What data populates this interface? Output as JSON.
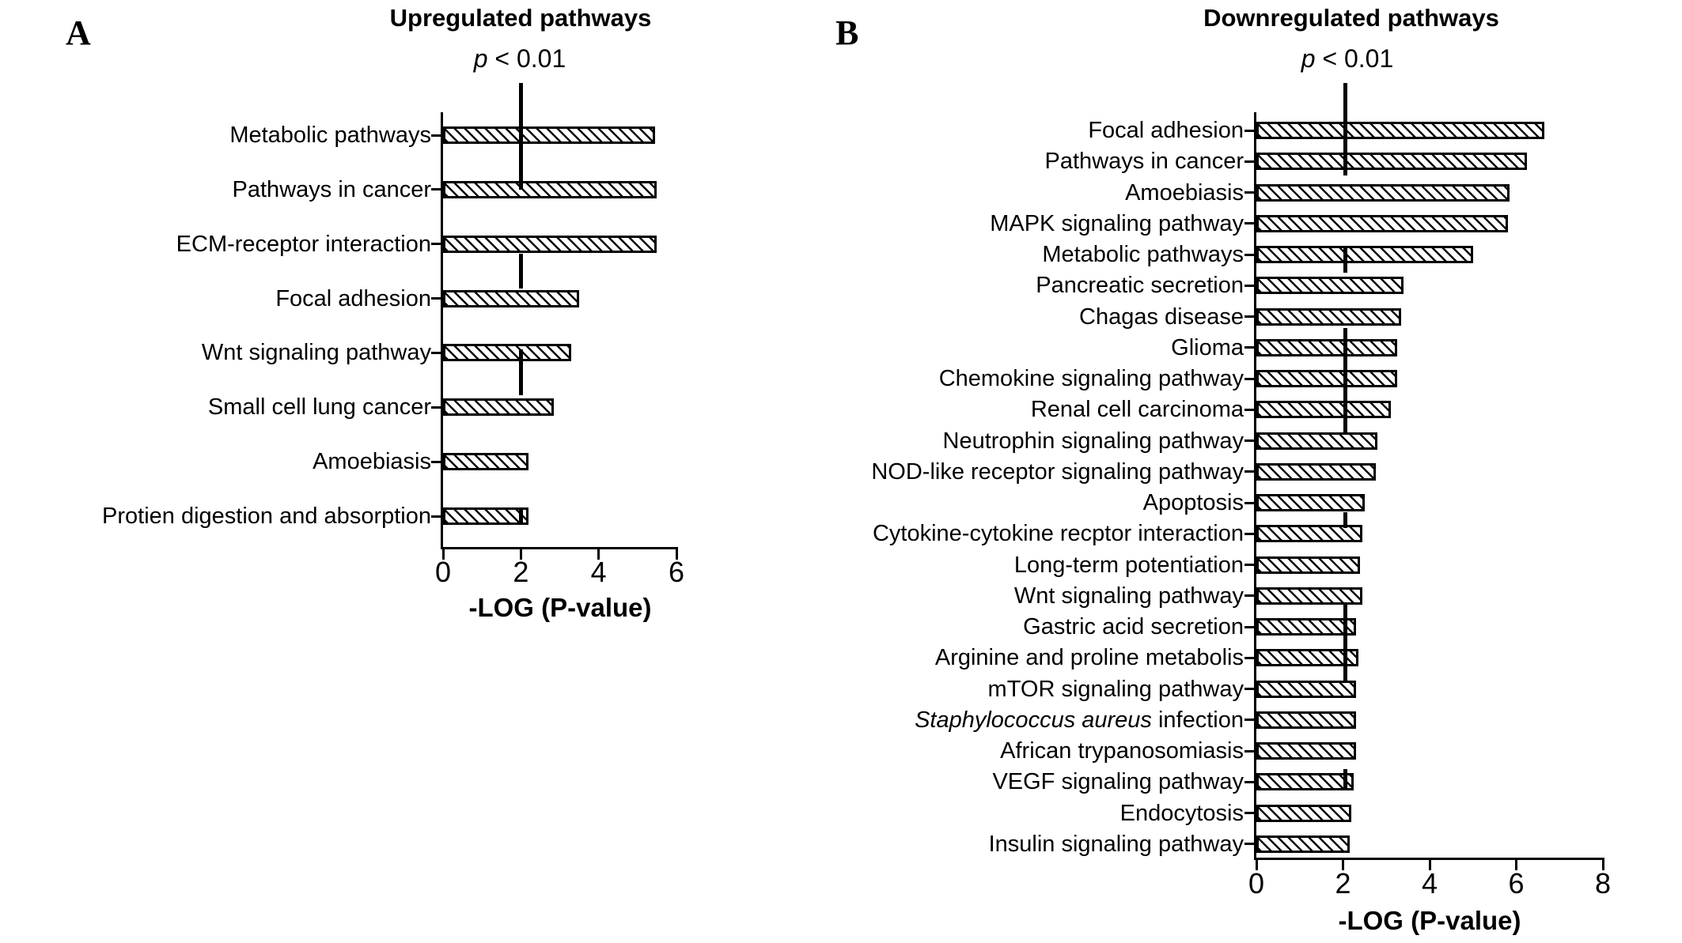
{
  "figure_background": "#ffffff",
  "ink_color": "#000000",
  "chart_data": [
    {
      "type": "bar",
      "orientation": "horizontal",
      "panel": "A",
      "title": "Upregulated pathways",
      "annotation_p": "p",
      "annotation_rest": " < 0.01",
      "annotation_threshold_x": 2,
      "xlabel": "-LOG (P-value)",
      "xlim": [
        0,
        6
      ],
      "xticks": [
        0,
        2,
        4,
        6
      ],
      "grid": false,
      "legend": "none",
      "bar_style": "white fill with black diagonal hatch, black outline",
      "categories": [
        "Metabolic pathways",
        "Pathways in cancer",
        "ECM-receptor interaction",
        "Focal adhesion",
        "Wnt signaling pathway",
        "Small cell lung cancer",
        "Amoebiasis",
        "Protien digestion and absorption"
      ],
      "values": [
        5.45,
        5.5,
        5.5,
        3.5,
        3.3,
        2.85,
        2.2,
        2.2
      ]
    },
    {
      "type": "bar",
      "orientation": "horizontal",
      "panel": "B",
      "title": "Downregulated pathways",
      "annotation_p": "p",
      "annotation_rest": " < 0.01",
      "annotation_threshold_x": 2,
      "xlabel": "-LOG (P-value)",
      "xlim": [
        0,
        8
      ],
      "xticks": [
        0,
        2,
        4,
        6,
        8
      ],
      "grid": false,
      "legend": "none",
      "bar_style": "white fill with black diagonal hatch, black outline",
      "categories": [
        "Focal adhesion",
        "Pathways in cancer",
        "Amoebiasis",
        "MAPK signaling pathway",
        "Metabolic pathways",
        "Pancreatic secretion",
        "Chagas disease",
        "Glioma",
        "Chemokine signaling pathway",
        "Renal cell carcinoma",
        "Neutrophin signaling pathway",
        "NOD-like receptor signaling pathway",
        "Apoptosis",
        "Cytokine-cytokine recptor interaction",
        "Long-term potentiation",
        "Wnt signaling pathway",
        "Gastric acid secretion",
        "Arginine and proline metabolis",
        "mTOR signaling pathway",
        "Staphylococcus aureus infection",
        "African trypanosomiasis",
        "VEGF signaling pathway",
        "Endocytosis",
        "Insulin signaling pathway"
      ],
      "values": [
        6.65,
        6.25,
        5.85,
        5.8,
        5.0,
        3.4,
        3.35,
        3.25,
        3.25,
        3.1,
        2.8,
        2.75,
        2.5,
        2.45,
        2.4,
        2.45,
        2.3,
        2.35,
        2.3,
        2.3,
        2.3,
        2.25,
        2.2,
        2.15
      ],
      "italic_label_prefixes": {
        "Staphylococcus aureus infection": "Staphylococcus aureus"
      }
    }
  ]
}
